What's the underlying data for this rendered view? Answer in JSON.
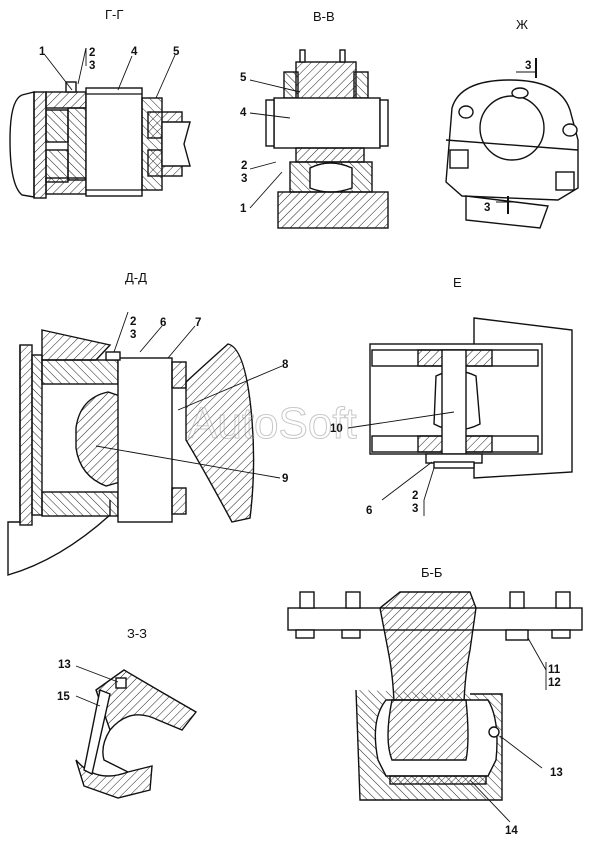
{
  "titles": {
    "g": "Г-Г",
    "v": "В-В",
    "zh": "Ж",
    "d": "Д-Д",
    "e": "Е",
    "z": "З-З",
    "b": "Б-Б"
  },
  "watermark": "AutoSoft",
  "callouts": {
    "g": [
      "1",
      "2",
      "3",
      "4",
      "5"
    ],
    "v": [
      "5",
      "4",
      "2",
      "3",
      "1"
    ],
    "zh": [
      "3",
      "3"
    ],
    "d": [
      "2",
      "3",
      "6",
      "7",
      "8",
      "9"
    ],
    "e": [
      "10",
      "6",
      "2",
      "3"
    ],
    "z": [
      "13",
      "15"
    ],
    "b": [
      "11",
      "12",
      "13",
      "14"
    ]
  },
  "colors": {
    "line": "#111111",
    "hatch": "#222222",
    "background": "#ffffff",
    "watermark": "#9a9a9a"
  }
}
